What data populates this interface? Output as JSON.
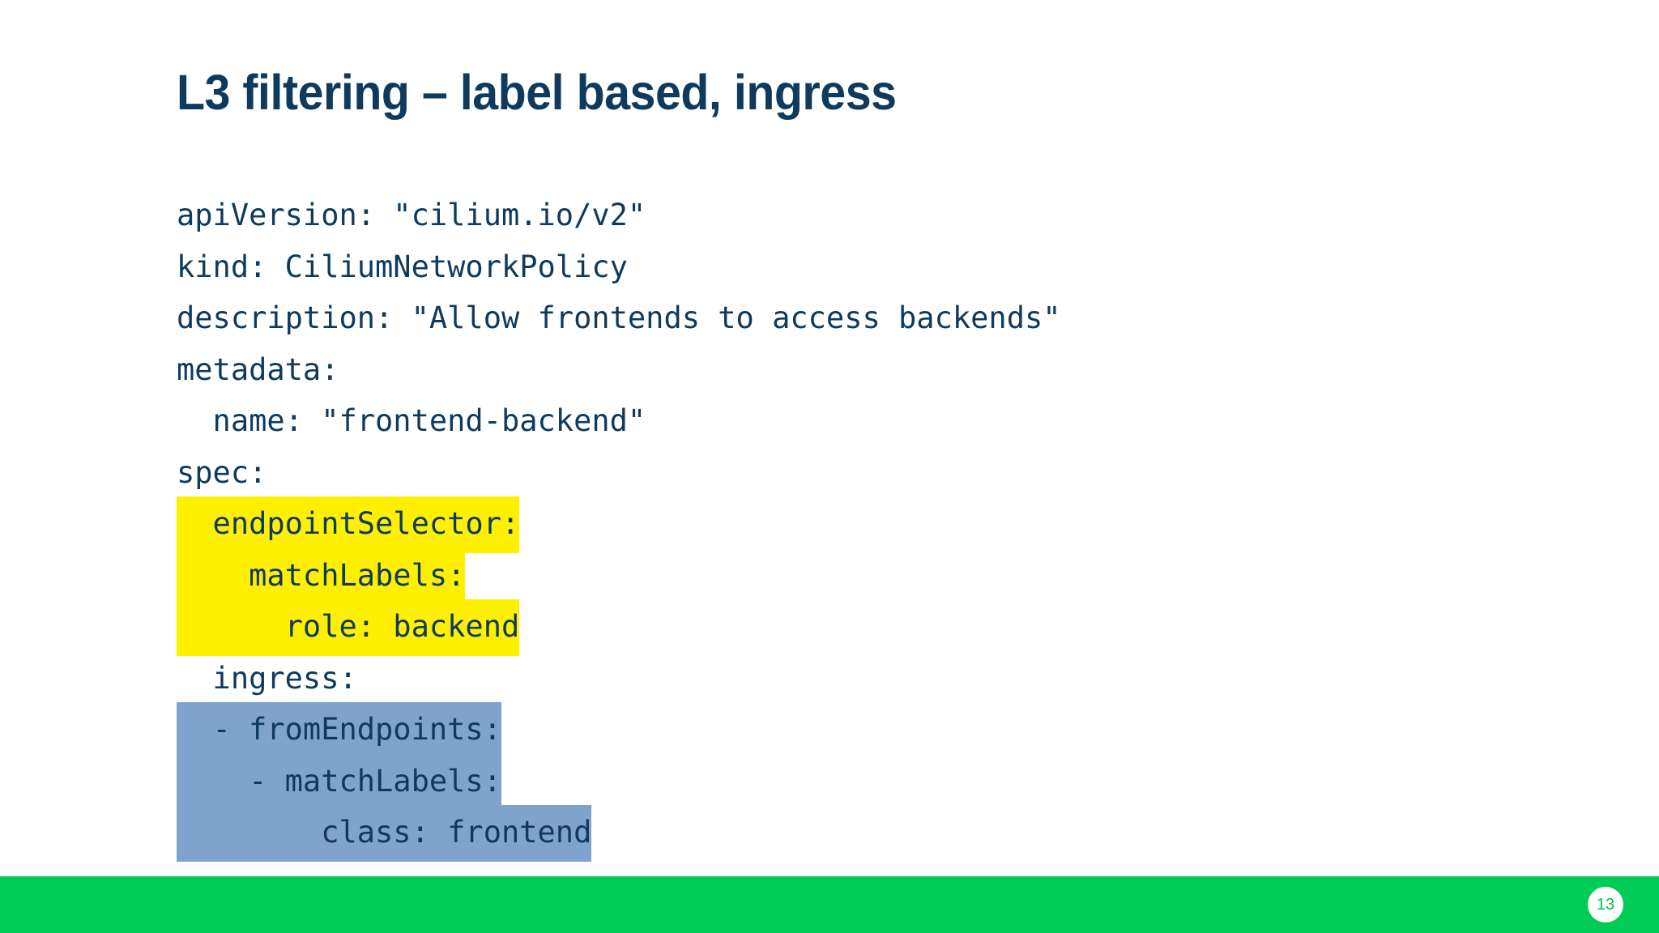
{
  "slide": {
    "title": "L3 filtering – label based, ingress",
    "page_number": "13",
    "accent_green": "#00CC55",
    "title_navy": "#0E3A5E",
    "highlight_yellow": "#FFF000",
    "highlight_blue": "#7FA3CC"
  },
  "code": {
    "language": "yaml",
    "lines": [
      {
        "text": "apiVersion: \"cilium.io/v2\"",
        "highlight": "none"
      },
      {
        "text": "kind: CiliumNetworkPolicy",
        "highlight": "none"
      },
      {
        "text": "description: \"Allow frontends to access backends\"",
        "highlight": "none"
      },
      {
        "text": "metadata:",
        "highlight": "none"
      },
      {
        "text": "  name: \"frontend-backend\"",
        "highlight": "none"
      },
      {
        "text": "spec:",
        "highlight": "none"
      },
      {
        "text": "  endpointSelector:",
        "highlight": "yellow"
      },
      {
        "text": "    matchLabels:",
        "highlight": "yellow"
      },
      {
        "text": "      role: backend",
        "highlight": "yellow"
      },
      {
        "text": "  ingress:",
        "highlight": "none"
      },
      {
        "text": "  - fromEndpoints:",
        "highlight": "blue"
      },
      {
        "text": "    - matchLabels:",
        "highlight": "blue"
      },
      {
        "text": "        class: frontend",
        "highlight": "blue"
      }
    ]
  }
}
